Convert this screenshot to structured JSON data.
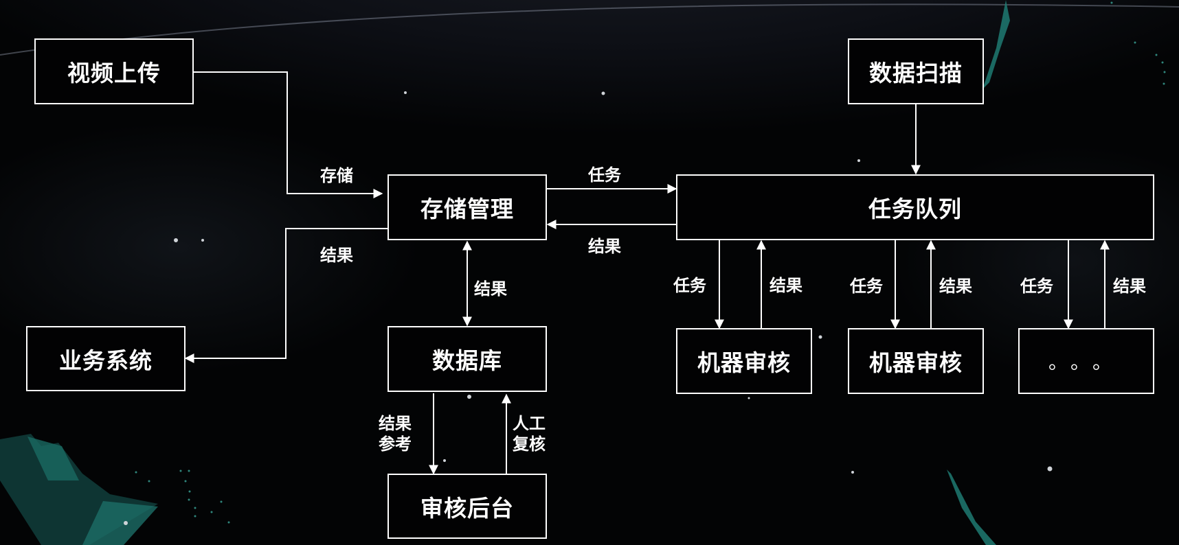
{
  "diagram": {
    "title": "",
    "nodes": {
      "video_upload": "视频上传",
      "business_system": "业务系统",
      "storage_mgmt": "存储管理",
      "database": "数据库",
      "review_backend": "审核后台",
      "data_scan": "数据扫描",
      "task_queue": "任务队列",
      "machine_review_1": "机器审核",
      "machine_review_2": "机器审核",
      "more_workers": "。。。"
    },
    "edge_labels": {
      "upload_to_storage": "存储",
      "storage_to_business": "结果",
      "storage_to_queue": "任务",
      "queue_to_storage": "结果",
      "storage_db": "结果",
      "db_to_backend_line1": "结果",
      "db_to_backend_line2": "参考",
      "backend_to_db_line1": "人工",
      "backend_to_db_line2": "复核",
      "queue_to_worker1": "任务",
      "worker1_to_queue": "结果",
      "queue_to_worker2": "任务",
      "worker2_to_queue": "结果",
      "queue_to_worker3": "任务",
      "worker3_to_queue": "结果"
    },
    "edges": [
      {
        "from": "视频上传",
        "to": "存储管理",
        "label": "存储"
      },
      {
        "from": "存储管理",
        "to": "业务系统",
        "label": "结果"
      },
      {
        "from": "存储管理",
        "to": "任务队列",
        "label": "任务"
      },
      {
        "from": "任务队列",
        "to": "存储管理",
        "label": "结果"
      },
      {
        "from": "存储管理",
        "to": "数据库",
        "label": "结果",
        "bidirectional": true
      },
      {
        "from": "数据库",
        "to": "审核后台",
        "label": "结果参考"
      },
      {
        "from": "审核后台",
        "to": "数据库",
        "label": "人工复核"
      },
      {
        "from": "数据扫描",
        "to": "任务队列",
        "label": ""
      },
      {
        "from": "任务队列",
        "to": "机器审核",
        "label": "任务"
      },
      {
        "from": "机器审核",
        "to": "任务队列",
        "label": "结果"
      },
      {
        "from": "任务队列",
        "to": "机器审核",
        "label": "任务"
      },
      {
        "from": "机器审核",
        "to": "任务队列",
        "label": "结果"
      },
      {
        "from": "任务队列",
        "to": "。。。",
        "label": "任务"
      },
      {
        "from": "。。。",
        "to": "任务队列",
        "label": "结果"
      }
    ],
    "colors": {
      "background": "#030405",
      "stroke": "#ffffff",
      "text": "#ffffff",
      "accent_teal": "#1f7a72"
    }
  }
}
